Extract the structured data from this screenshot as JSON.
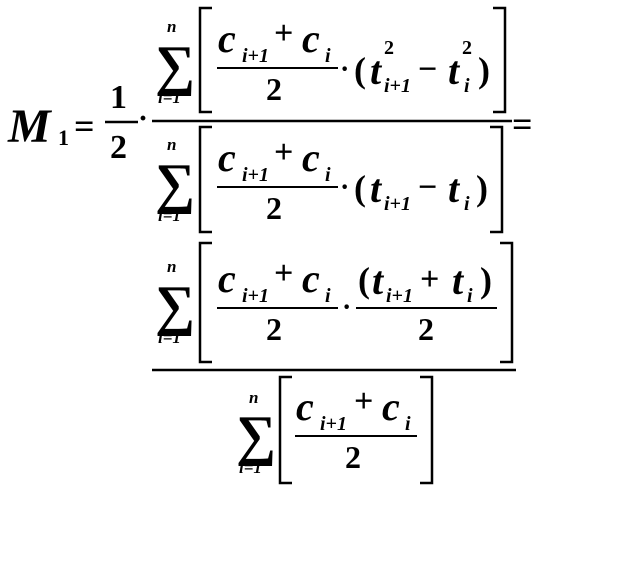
{
  "formula": {
    "lhs_symbol": "M",
    "lhs_subscript": "1",
    "equals": "=",
    "half_numerator": "1",
    "half_denominator": "2",
    "dot": "·",
    "sum": "∑",
    "sum_upper": "n",
    "sum_lower": "i=1",
    "c": "c",
    "t": "t",
    "sub_i_plus_1": "i+1",
    "sub_i": "i",
    "exp_2": "2",
    "plus": "+",
    "minus": "−",
    "lparen": "(",
    "rparen": ")",
    "two": "2"
  }
}
